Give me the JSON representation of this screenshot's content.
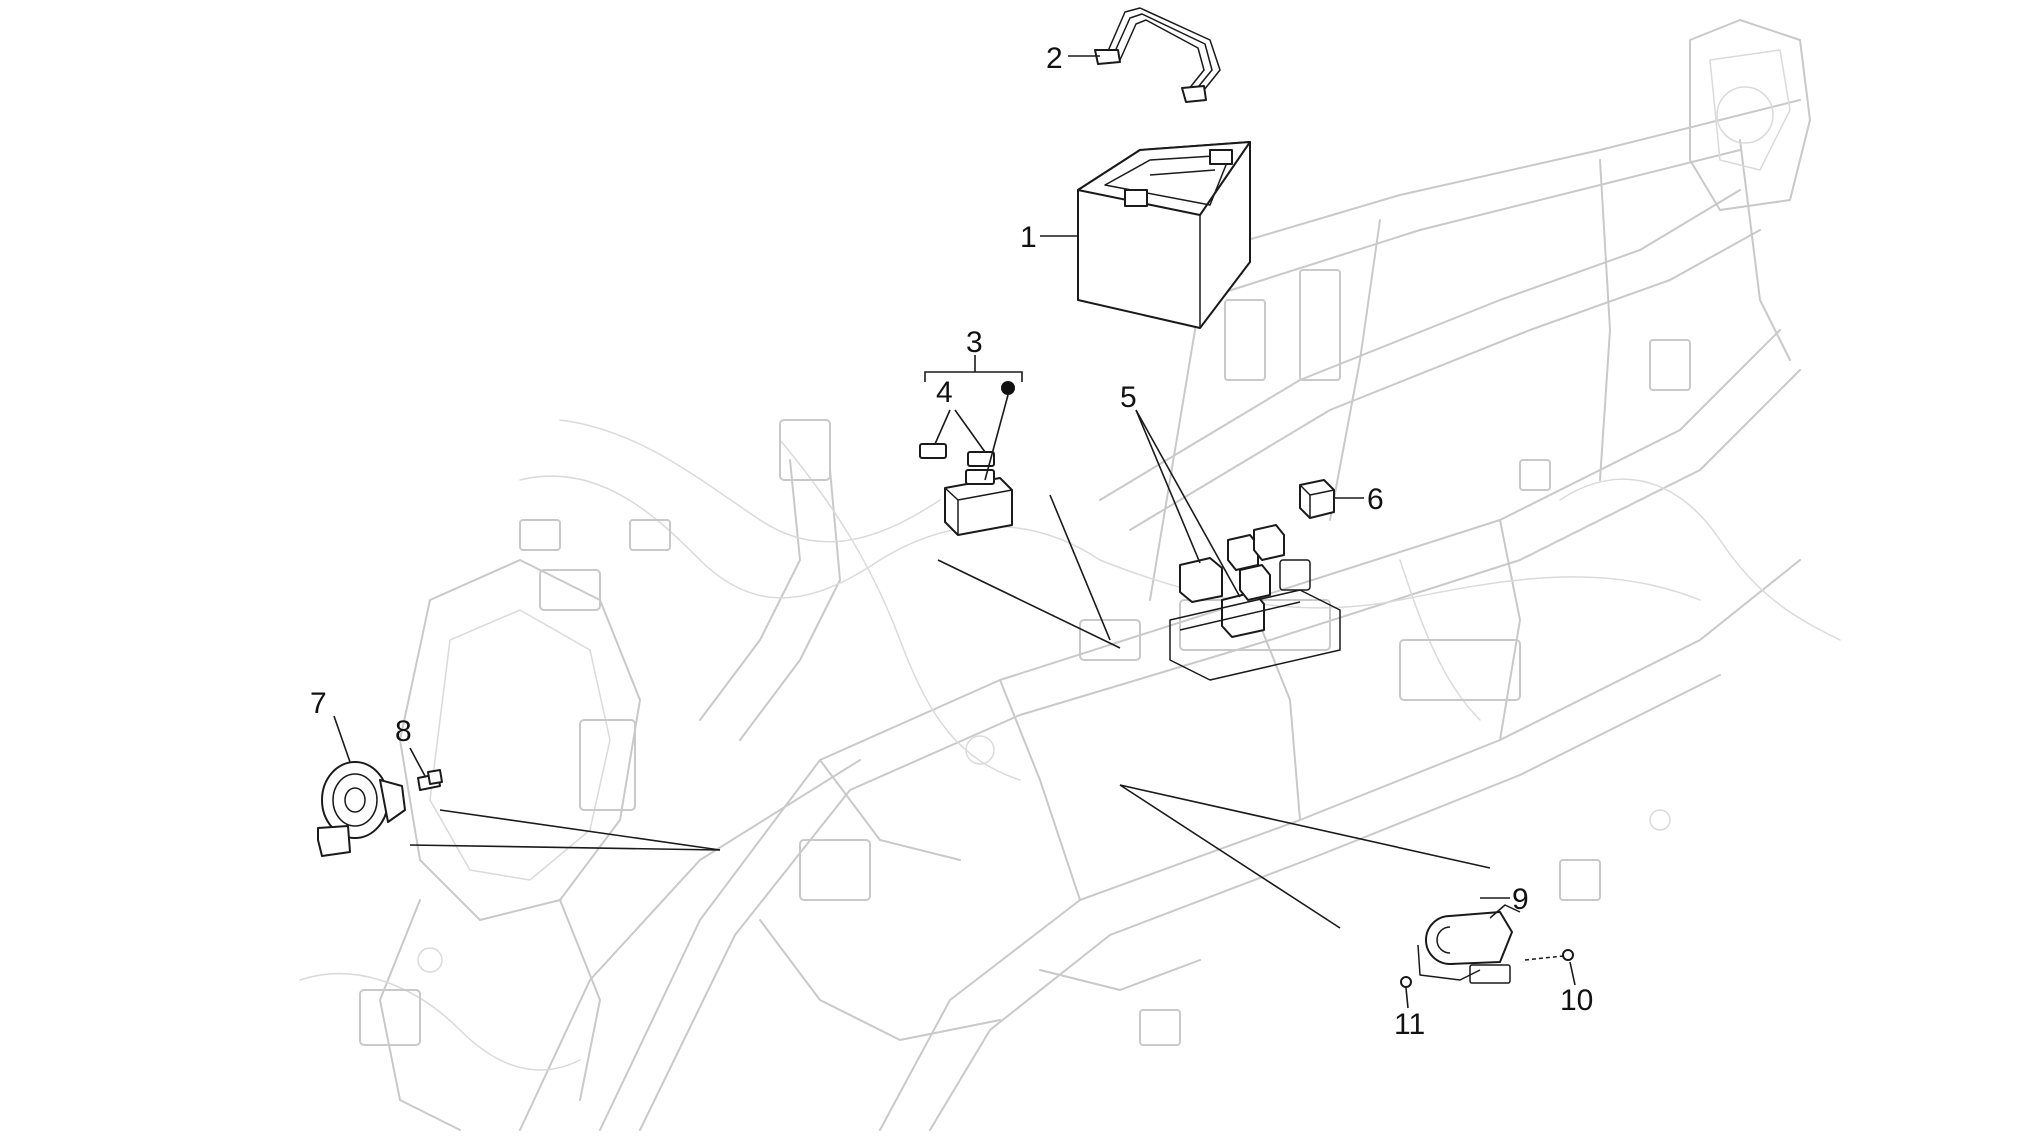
{
  "diagram": {
    "callouts": {
      "c1": "1",
      "c2": "2",
      "c3": "3",
      "c4": "4",
      "c5": "5",
      "c6": "6",
      "c7": "7",
      "c8": "8",
      "c9": "9",
      "c10": "10",
      "c11": "11"
    }
  },
  "colors": {
    "part_stroke": "#1a1a1a",
    "frame_stroke": "#c9c9c9",
    "background": "#ffffff"
  }
}
